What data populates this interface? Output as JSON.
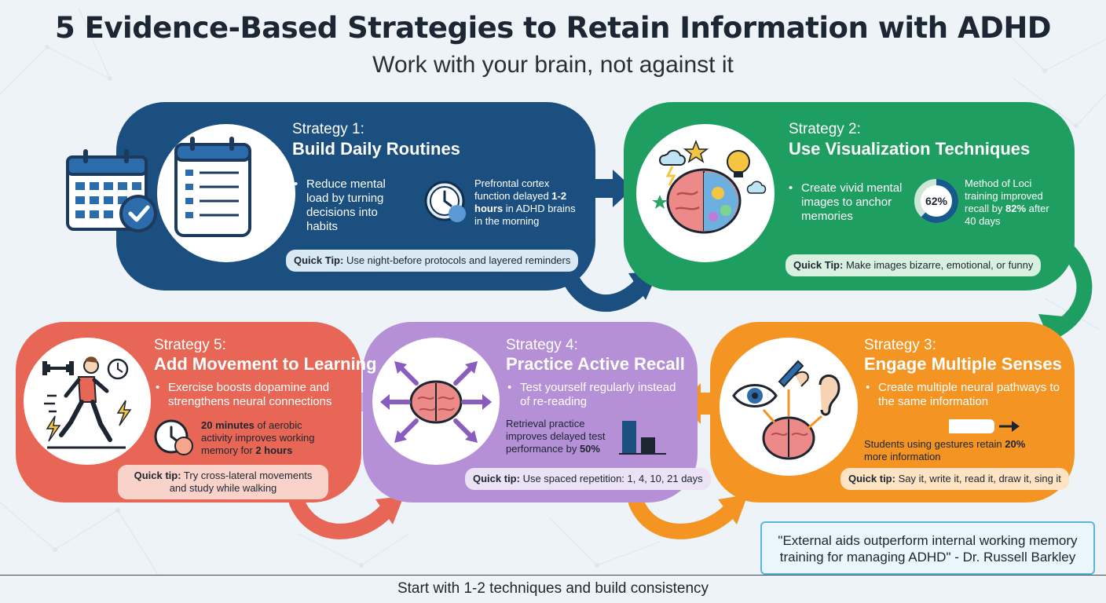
{
  "title": "5 Evidence-Based Strategies to Retain Information with ADHD",
  "subtitle": "Work with your brain, not against it",
  "colors": {
    "strategy1": "#1b4f7f",
    "strategy2": "#1f9e62",
    "strategy3": "#f39423",
    "strategy4": "#b590d6",
    "strategy5": "#e76655"
  },
  "strategies": [
    {
      "number_label": "Strategy 1:",
      "title": "Build Daily Routines",
      "bullet": "Reduce mental load by turning decisions into habits",
      "stat_pre": "Prefrontal cortex function delayed ",
      "stat_bold": "1-2 hours",
      "stat_post": " in ADHD brains in the morning",
      "tip_label": "Quick Tip:",
      "tip_text": " Use night-before protocols and layered reminders",
      "icons": [
        "calendar-icon",
        "checklist-icon",
        "clock-icon"
      ]
    },
    {
      "number_label": "Strategy 2:",
      "title": "Use Visualization Techniques",
      "bullet": "Create vivid mental images to anchor memories",
      "stat_badge": "62%",
      "stat_badge_value": 0.62,
      "stat_pre": "Method of Loci training improved recall by ",
      "stat_bold": "82%",
      "stat_post": " after 40 days",
      "tip_label": "Quick Tip:",
      "tip_text": " Make images bizarre, emotional, or funny",
      "icons": [
        "colorful-brain-icon",
        "lightbulb-icon",
        "star-icon",
        "cloud-icon"
      ]
    },
    {
      "number_label": "Strategy 3:",
      "title": "Engage Multiple Senses",
      "bullet": "Create multiple neural pathways to the same information",
      "progress_value": 0.65,
      "stat_pre": "Students using gestures retain ",
      "stat_bold": "20%",
      "stat_post": " more information",
      "tip_label": "Quick tip:",
      "tip_text": " Say it, write it, read it, draw it, sing it",
      "icons": [
        "eye-icon",
        "writing-hand-icon",
        "ear-icon",
        "brain-icon"
      ]
    },
    {
      "number_label": "Strategy 4:",
      "title": "Practice Active Recall",
      "bullet": "Test yourself regularly instead of re-reading",
      "stat_pre": "Retrieval practice improves delayed test performance by ",
      "stat_bold": "",
      "stat_value_text": "50%",
      "stat_post": "",
      "bar_values": [
        1.0,
        0.5
      ],
      "tip_label": "Quick tip:",
      "tip_text": " Use spaced repetition: 1, 4, 10, 21 days",
      "icons": [
        "brain-arrows-icon",
        "bar-chart-icon"
      ]
    },
    {
      "number_label": "Strategy 5:",
      "title": "Add Movement to Learning",
      "bullet": "Exercise boosts dopamine and strengthens neural connections",
      "stat_bold": "20 minutes",
      "stat_mid": " of aerobic activity improves working memory for ",
      "stat_bold2": "2 hours",
      "tip_label": "Quick tip:",
      "tip_text": " Try cross-lateral movements and study while walking",
      "icons": [
        "runner-icon",
        "dumbbell-icon",
        "stopwatch-icon",
        "lightning-icon"
      ]
    }
  ],
  "quote": "\"External aids outperform internal working memory training for managing ADHD\" - Dr. Russell Barkley",
  "footer": "Start with 1-2 techniques and build consistency"
}
